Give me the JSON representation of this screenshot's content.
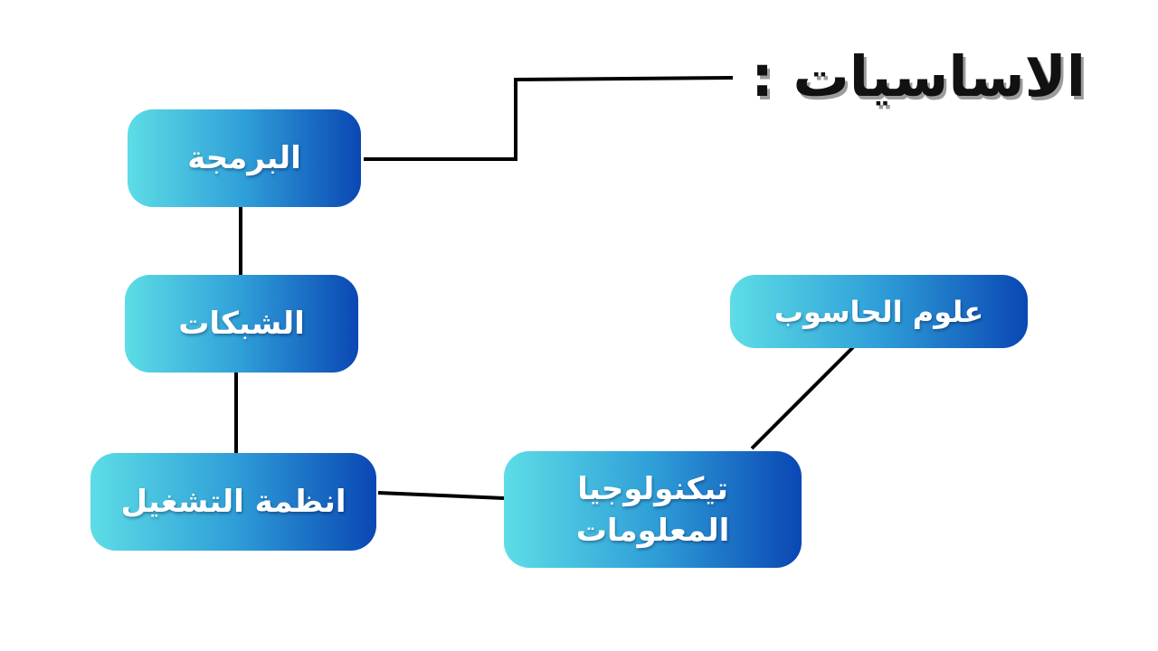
{
  "title": "الاساسيات :",
  "nodes": {
    "programming": "البرمجة",
    "networks": "الشبكات",
    "operating_systems": "انظمة التشغيل",
    "information_technology_line1": "تيكنولوجيا",
    "information_technology_line2": "المعلومات",
    "computer_science": "علوم الحاسوب"
  },
  "colors": {
    "title_text": "#111111",
    "title_shadow": "#9c9c9c",
    "node_gradient_start": "#5ddde6",
    "node_gradient_end": "#0a47b4",
    "node_text": "#ffffff",
    "connector": "#000000"
  }
}
